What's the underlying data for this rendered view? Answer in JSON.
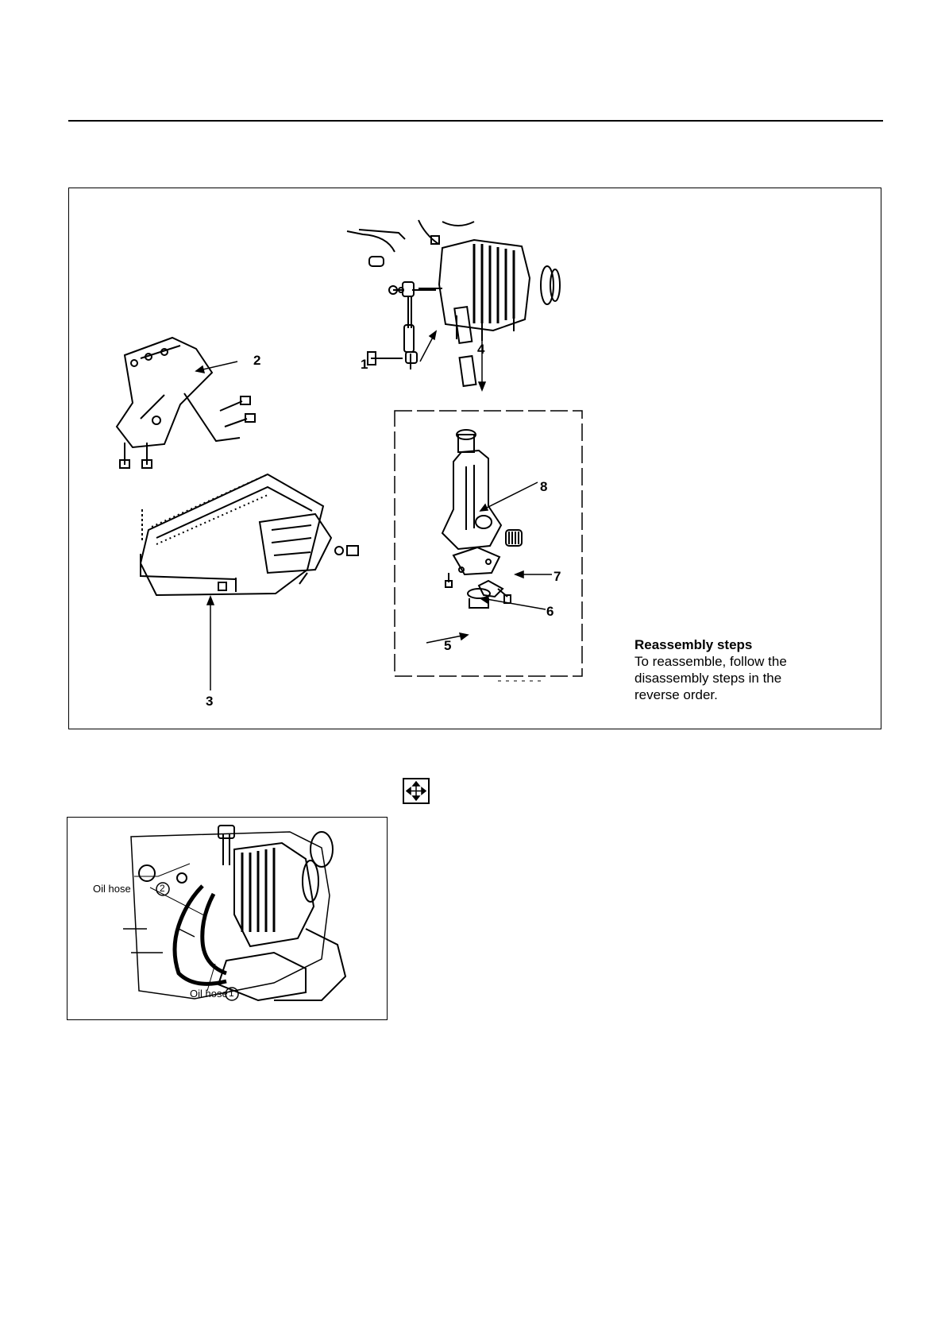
{
  "main_figure": {
    "callouts": [
      "1",
      "2",
      "3",
      "4",
      "5",
      "6",
      "7",
      "8"
    ],
    "reassembly": {
      "heading": "Reassembly steps",
      "lines": [
        "To reassemble, follow the",
        "disassembly steps in the",
        "reverse order."
      ]
    }
  },
  "move_icon": "move-arrows-icon",
  "hose_figure": {
    "label_2": "Oil hose",
    "num_2": "2",
    "label_1": "Oil hose",
    "num_1": "1"
  }
}
